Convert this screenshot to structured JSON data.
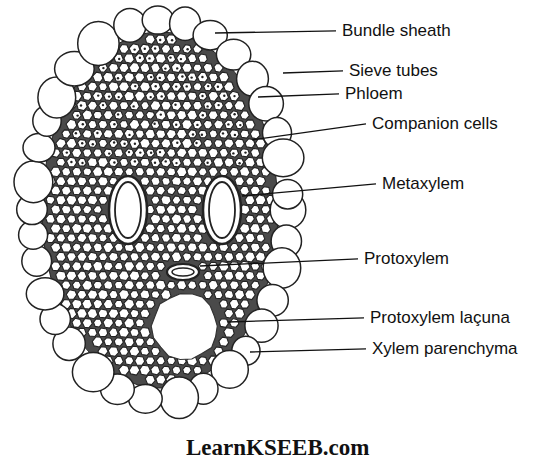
{
  "diagram": {
    "labels": [
      "Bundle sheath",
      "Sieve tubes",
      "Phloem",
      "Companion cells",
      "Metaxylem",
      "Protoxylem",
      "Protoxylem laçuna",
      "Xylem parenchyma",
      "LearnKSEEB.com"
    ]
  }
}
